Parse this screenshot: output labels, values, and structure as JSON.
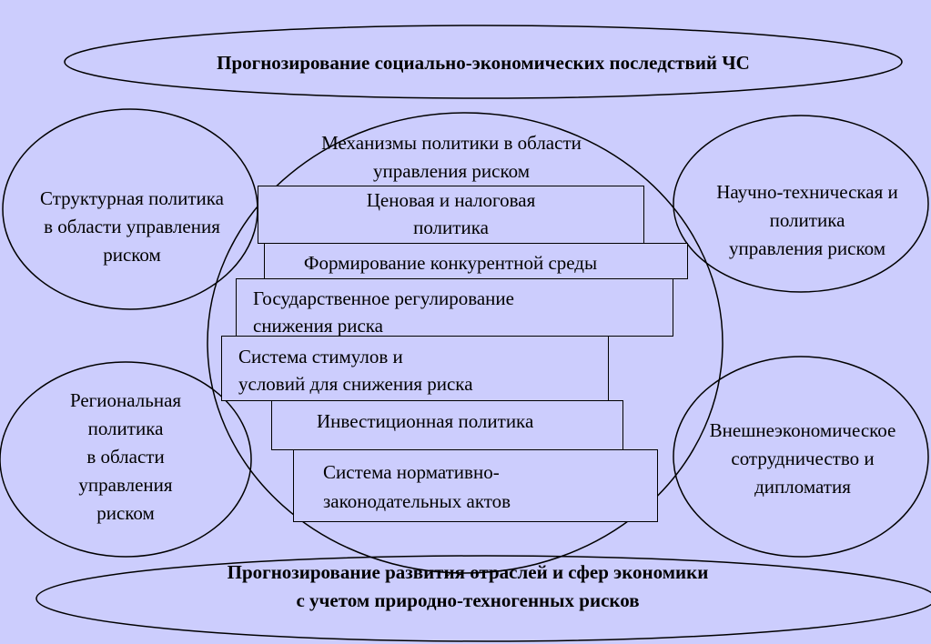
{
  "top_forecast": "Прогнозирование социально-экономических последствий ЧС",
  "mechanisms_title": [
    "Механизмы политики в области",
    "управления риском"
  ],
  "structural_policy": [
    "Структурная политика",
    "в области управления",
    "риском"
  ],
  "scientific_policy": [
    "Научно-техническая и",
    "политика",
    "управления риском"
  ],
  "regional_policy": [
    "Региональная",
    "политика",
    "в области",
    "управления",
    "риском"
  ],
  "foreign_policy": [
    "Внешнеэкономическое",
    "сотрудничество и",
    "дипломатия"
  ],
  "mechanisms": [
    [
      "Ценовая и налоговая",
      "политика"
    ],
    [
      "Формирование конкурентной среды"
    ],
    [
      "Государственное регулирование",
      "снижения риска"
    ],
    [
      "Система стимулов и",
      "условий для снижения риска"
    ],
    [
      "Инвестиционная политика"
    ],
    [
      "Система нормативно-",
      "законодательных актов"
    ]
  ],
  "bottom_forecast": [
    "Прогнозирование развития отраслей и сфер экономики",
    "с учетом природно-техногенных рисков"
  ]
}
